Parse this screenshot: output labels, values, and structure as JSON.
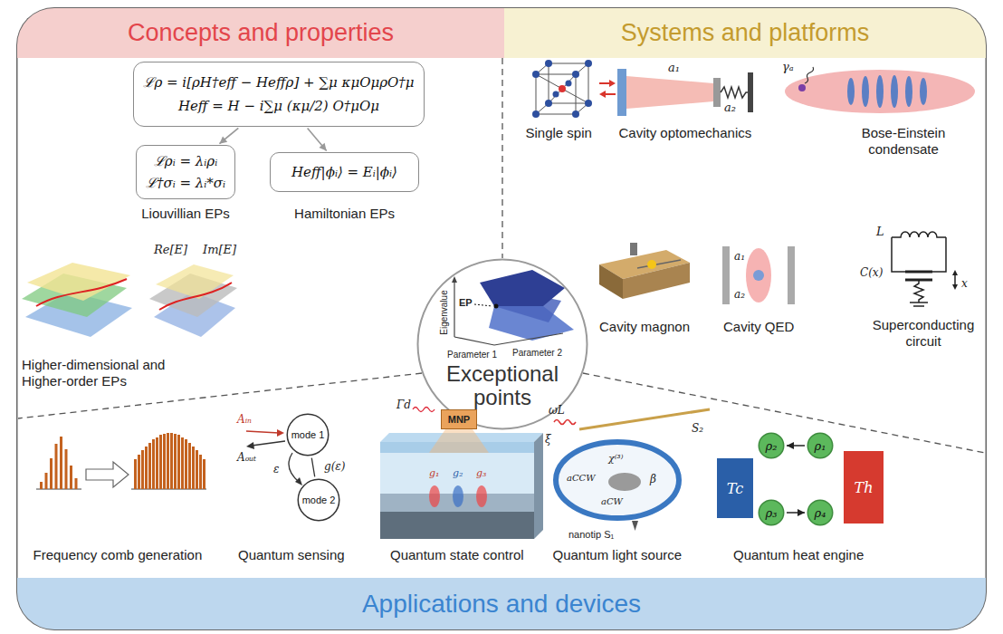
{
  "diagram": {
    "nodes": [
      {
        "text": [
          "Concepts and properties"
        ]
      },
      {
        "text": [
          "Systems and platforms"
        ]
      },
      {
        "text": [
          "ℒρ = i[ρH†eff − Heffρ] + ∑μ κμOμρO†μ",
          "Heff = H − i∑μ (κμ/2) O†μOμ"
        ]
      },
      {
        "text": [
          "ℒρᵢ = λᵢρᵢ",
          "ℒ†σᵢ = λᵢ*σᵢ",
          "Liouvillian EPs"
        ]
      },
      {
        "text": [
          "Heff|ϕᵢ⟩ = Eᵢ|ϕᵢ⟩",
          "Hamiltonian EPs"
        ]
      },
      {
        "text": [
          "Exceptional points"
        ]
      },
      {
        "text": [
          "mode 1"
        ]
      },
      {
        "text": [
          "mode 2"
        ]
      },
      {
        "text": [
          "MNP"
        ]
      },
      {
        "text": [
          "Tc"
        ]
      },
      {
        "text": [
          "ρ₂"
        ]
      },
      {
        "text": [
          "ρ₁"
        ]
      },
      {
        "text": [
          "ρ₃"
        ]
      },
      {
        "text": [
          "ρ₄"
        ]
      },
      {
        "text": [
          "Th"
        ]
      },
      {
        "text": [
          "Applications and devices"
        ]
      }
    ],
    "edges": [
      {
        "from": 2,
        "to": 3,
        "arrow": "to"
      },
      {
        "from": 2,
        "to": 4,
        "arrow": "to"
      },
      {
        "from": 6,
        "to": 7,
        "arrow": "none",
        "label": "g(ε)"
      },
      {
        "from": 11,
        "to": 10,
        "arrow": "to"
      },
      {
        "from": 12,
        "to": 13,
        "arrow": "to"
      }
    ],
    "labels": [
      "Re[E]",
      "Im[E]",
      "Higher-dimensional and Higher-order EPs",
      "EP",
      "Eigenvalue",
      "Parameter 1",
      "Parameter 2",
      "Single spin",
      "a₁",
      "a₂",
      "Cavity optomechanics",
      "γₐ",
      "Bose-Einstein condensate",
      "Cavity magnon",
      "a₁",
      "a₂",
      "Cavity QED",
      "L",
      "C(x)",
      "x",
      "Superconducting circuit",
      "Frequency comb generation",
      "Aᵢₙ",
      "Aₒᵤₜ",
      "ε",
      "Quantum sensing",
      "Γd",
      "g₁",
      "g₂",
      "g₃",
      "Quantum state control",
      "ωL",
      "ξ",
      "S₂",
      "χ⁽³⁾",
      "aCCW",
      "β",
      "aCW",
      "nanotip S₁",
      "Quantum light source",
      "Quantum heat engine"
    ]
  }
}
